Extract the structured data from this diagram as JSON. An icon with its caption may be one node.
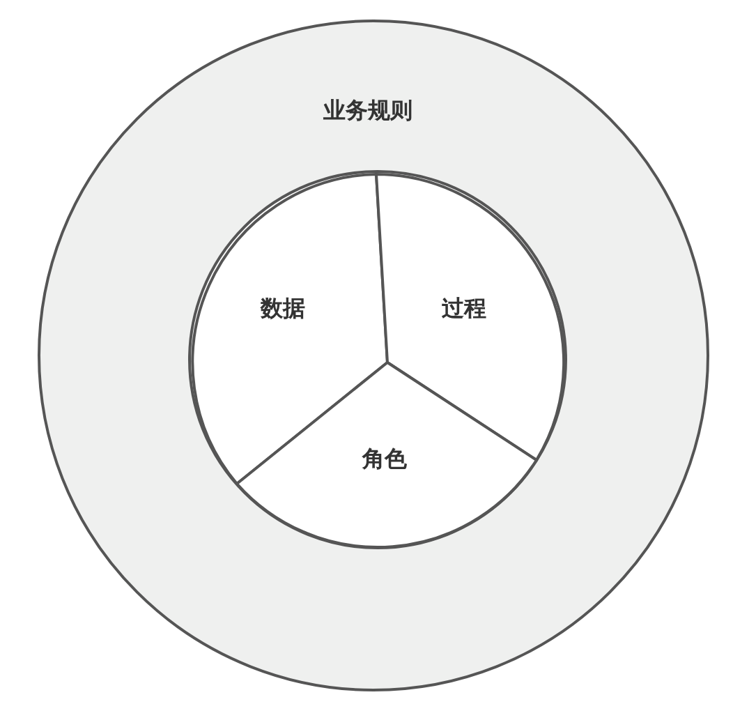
{
  "diagram": {
    "nodes": [
      {
        "text": [
          "业务规则"
        ]
      },
      {
        "text": [],
        "shape": "circle",
        "in": 0
      },
      {
        "text": [
          "数据"
        ],
        "in": 1
      },
      {
        "text": [
          "过程"
        ],
        "in": 1
      },
      {
        "text": [
          "角色"
        ],
        "in": 1
      }
    ]
  }
}
